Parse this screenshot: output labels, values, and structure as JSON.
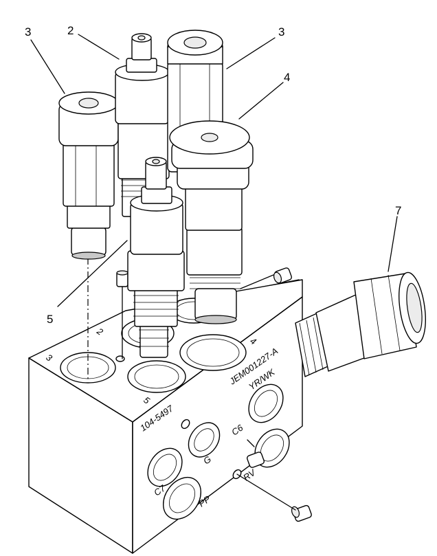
{
  "callouts": {
    "c3_left": "3",
    "c2": "2",
    "c3_right": "3",
    "c4": "4",
    "c5": "5",
    "c7": "7"
  },
  "block": {
    "stamp_part": "JEM001227-A",
    "stamp_color": "YR/WK",
    "model": "104-5497"
  },
  "ports": {
    "top_3": "3",
    "top_2": "2",
    "top_4": "4",
    "top_5": "5",
    "c6": "C6",
    "g": "G",
    "c7": "C7",
    "pp": "PP",
    "rv": "RV"
  }
}
